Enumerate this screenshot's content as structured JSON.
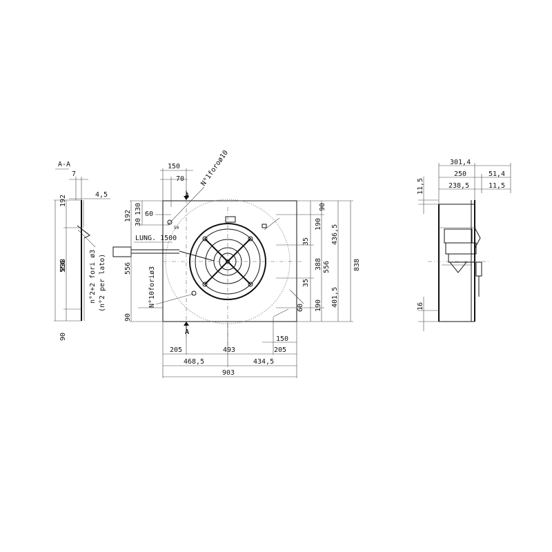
{
  "section_view": {
    "title": "A-A",
    "dims": {
      "top_offset": "7",
      "thickness": "4,5",
      "top": "192",
      "middle": "556",
      "bottom": "90",
      "height": "838"
    },
    "holes_note": "n°2+2 fori ø3",
    "holes_note_sub": "(n°2 per lato)"
  },
  "front_view": {
    "section_marker": "A",
    "top_dims": {
      "w150": "150",
      "w70": "70",
      "w60": "60"
    },
    "hole_note": "N°1foroø10",
    "left_dims": {
      "d192": "192",
      "d130": "130",
      "d30": "30",
      "d556": "556",
      "d90": "90"
    },
    "cable_note": "LUNG. 1500",
    "holes_note": "N°10foriø3",
    "right_dims": {
      "d90": "90",
      "d190a": "190",
      "d35a": "35",
      "d388": "388",
      "d35b": "35",
      "d190b": "190",
      "d60": "60",
      "d436": "436,5",
      "d556": "556",
      "d401": "401,5",
      "d838": "838"
    },
    "bottom_dims": {
      "d150": "150",
      "d205l": "205",
      "d493": "493",
      "d205r": "205",
      "d468": "468,5",
      "d434": "434,5",
      "d903": "903"
    },
    "small_note": "50"
  },
  "side_view": {
    "top_dims": {
      "d301": "301,4",
      "d250": "250",
      "d51": "51,4",
      "d238": "238,5",
      "d11r": "11,5"
    },
    "left_dims": {
      "d11": "11,5",
      "d16": "16"
    }
  }
}
